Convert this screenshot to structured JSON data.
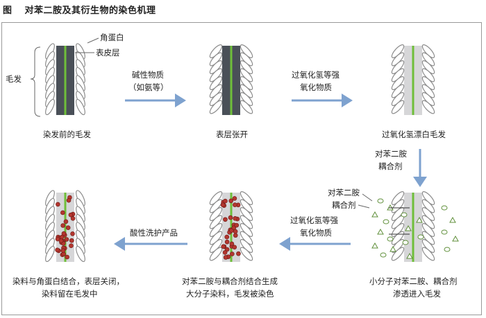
{
  "figure": {
    "number": "图",
    "title": "对苯二胺及其衍生物的染色机理"
  },
  "labels": {
    "keratin": "角蛋白",
    "cuticle": "表皮层",
    "hair": "毛发",
    "ptd_coupler_small_1": "对苯二胺",
    "ptd_coupler_small_2": "耦合剂"
  },
  "steps": {
    "s1_caption": "染发前的毛发",
    "s2_caption": "表层张开",
    "s3_caption": "过氧化氢漂白毛发",
    "s4_caption_1": "小分子对苯二胺、耦合剂",
    "s4_caption_2": "渗透进入毛发",
    "s5_caption_1": "对苯二胺与耦合剂结合生成",
    "s5_caption_2": "大分子染料，毛发被染色",
    "s6_caption_1": "染料与角蛋白结合，表层关闭，",
    "s6_caption_2": "染料留在毛发中"
  },
  "arrows": {
    "a1_line1": "碱性物质",
    "a1_line2": "（如氨等）",
    "a2_line1": "过氧化氢等强",
    "a2_line2": "氧化物质",
    "a3_line1": "对苯二胺",
    "a3_line2": "耦合剂",
    "a4_line1": "过氧化氢等强",
    "a4_line2": "氧化物质",
    "a5_line1": "酸性洗护产品"
  },
  "colors": {
    "cortex_dark": "#4a5058",
    "cortex_light": "#d6d6d8",
    "medulla_green": "#6fbf3a",
    "arrow_blue": "#7ea2cf",
    "dye_red": "#b3362f",
    "scale_stroke": "#8c8c8c"
  }
}
